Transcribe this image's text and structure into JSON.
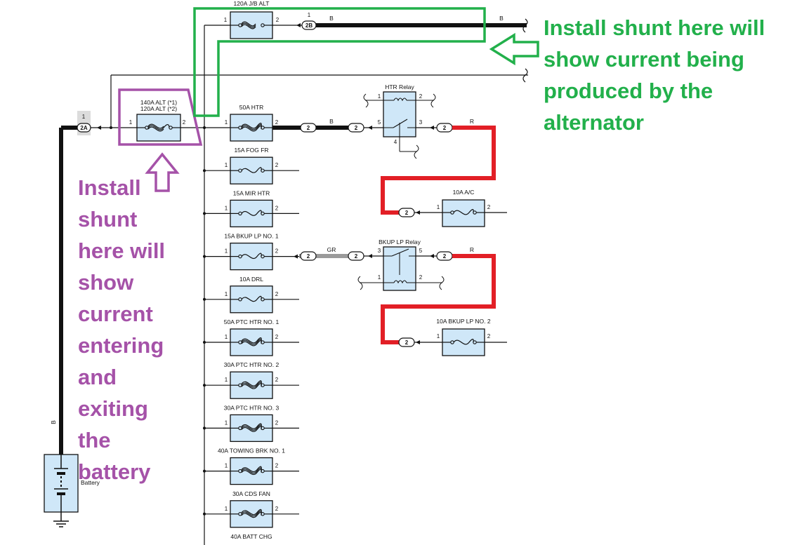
{
  "colors": {
    "annotation_purple": "#a552a8",
    "annotation_green": "#22b04b",
    "wire_black": "#111111",
    "wire_red": "#e21f26",
    "wire_gray": "#9a9a9a",
    "fuse_fill": "#cfe7f8"
  },
  "annotations": {
    "battery_note": "Install\nshunt\nhere will\nshow\ncurrent\nentering\nand\nexiting\nthe\nbattery",
    "alternator_note": "Install shunt here will\nshow current being\nproduced by the\nalternator"
  },
  "battery": {
    "label": "Battery",
    "wire_color": "B",
    "connector": "2A",
    "connector_pin": "1"
  },
  "main_fuse": {
    "label_line1": "140A ALT (*1)",
    "label_line2": "120A ALT (*2)",
    "pin_in": "1",
    "pin_out": "2"
  },
  "top_fuse": {
    "label": "120A J/B ALT",
    "pin_in": "1",
    "pin_out": "2",
    "connector": "2B",
    "connector_pin": "1",
    "wire_color_1": "B",
    "wire_color_2": "B"
  },
  "fuses": [
    {
      "label": "50A HTR",
      "pin_in": "1",
      "pin_out": "2"
    },
    {
      "label": "15A FOG FR",
      "pin_in": "1",
      "pin_out": "2"
    },
    {
      "label": "15A MIR HTR",
      "pin_in": "1",
      "pin_out": "2"
    },
    {
      "label": "15A BKUP LP NO. 1",
      "pin_in": "1",
      "pin_out": "2"
    },
    {
      "label": "10A DRL",
      "pin_in": "1",
      "pin_out": "2"
    },
    {
      "label": "50A PTC HTR NO. 1",
      "pin_in": "1",
      "pin_out": "2"
    },
    {
      "label": "30A PTC HTR NO. 2",
      "pin_in": "1",
      "pin_out": "2"
    },
    {
      "label": "30A PTC HTR NO. 3",
      "pin_in": "1",
      "pin_out": "2"
    },
    {
      "label": "40A TOWING BRK NO. 1",
      "pin_in": "1",
      "pin_out": "2"
    },
    {
      "label": "30A CDS FAN",
      "pin_in": "1",
      "pin_out": "2"
    },
    {
      "label": "40A BATT CHG",
      "pin_in": "",
      "pin_out": ""
    }
  ],
  "htr_circuit": {
    "connector_a": "2",
    "wire_color": "B",
    "connector_b": "2",
    "relay_label": "HTR Relay",
    "relay_pins": [
      "1",
      "2",
      "5",
      "3",
      "4"
    ],
    "out_connector": "2",
    "out_wire_color": "R",
    "return_connector": "2",
    "fuse_label": "10A A/C",
    "fuse_pin_in": "1",
    "fuse_pin_out": "2"
  },
  "bkup_circuit": {
    "connector_a": "2",
    "wire_color": "GR",
    "connector_b": "2",
    "relay_label": "BKUP LP Relay",
    "relay_pins": [
      "3",
      "5",
      "1",
      "2"
    ],
    "out_connector": "2",
    "out_wire_color": "R",
    "return_connector": "2",
    "fuse_label": "10A BKUP LP NO. 2",
    "fuse_pin_in": "1",
    "fuse_pin_out": "2"
  }
}
